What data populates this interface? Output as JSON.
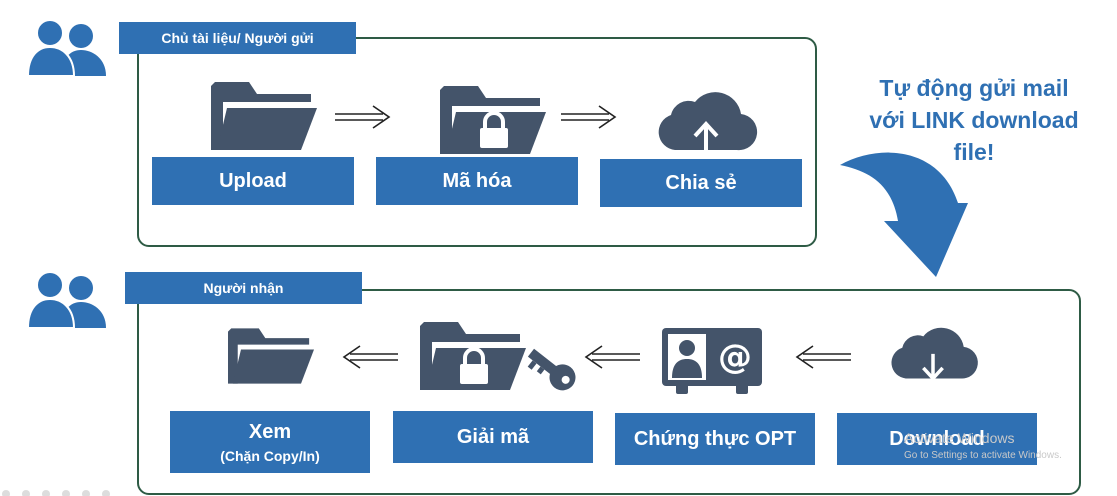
{
  "sender": {
    "tag": "Chủ tài liệu/ Người gửi",
    "steps": [
      {
        "label": "Upload",
        "icon": "folder-icon"
      },
      {
        "label": "Mã hóa",
        "icon": "folder-lock-icon"
      },
      {
        "label": "Chia sẻ",
        "icon": "cloud-upload-icon"
      }
    ]
  },
  "callout": {
    "lines": [
      "Tự động gửi mail",
      "với LINK download",
      "file!"
    ]
  },
  "receiver": {
    "tag": "Người nhận",
    "steps": [
      {
        "label": "Xem",
        "sublabel": "(Chặn Copy/In)",
        "icon": "folder-icon"
      },
      {
        "label": "Giải mã",
        "icon": "folder-lock-key-icon"
      },
      {
        "label": "Chứng thực OPT",
        "icon": "contact-card-icon"
      },
      {
        "label": "Download",
        "icon": "cloud-download-icon"
      }
    ]
  },
  "watermark": {
    "line1": "Activate Windows",
    "line2": "Go to Settings to activate Windows."
  },
  "colors": {
    "accent": "#2f70b3",
    "icon": "#44546a",
    "border": "#2e5b45"
  }
}
